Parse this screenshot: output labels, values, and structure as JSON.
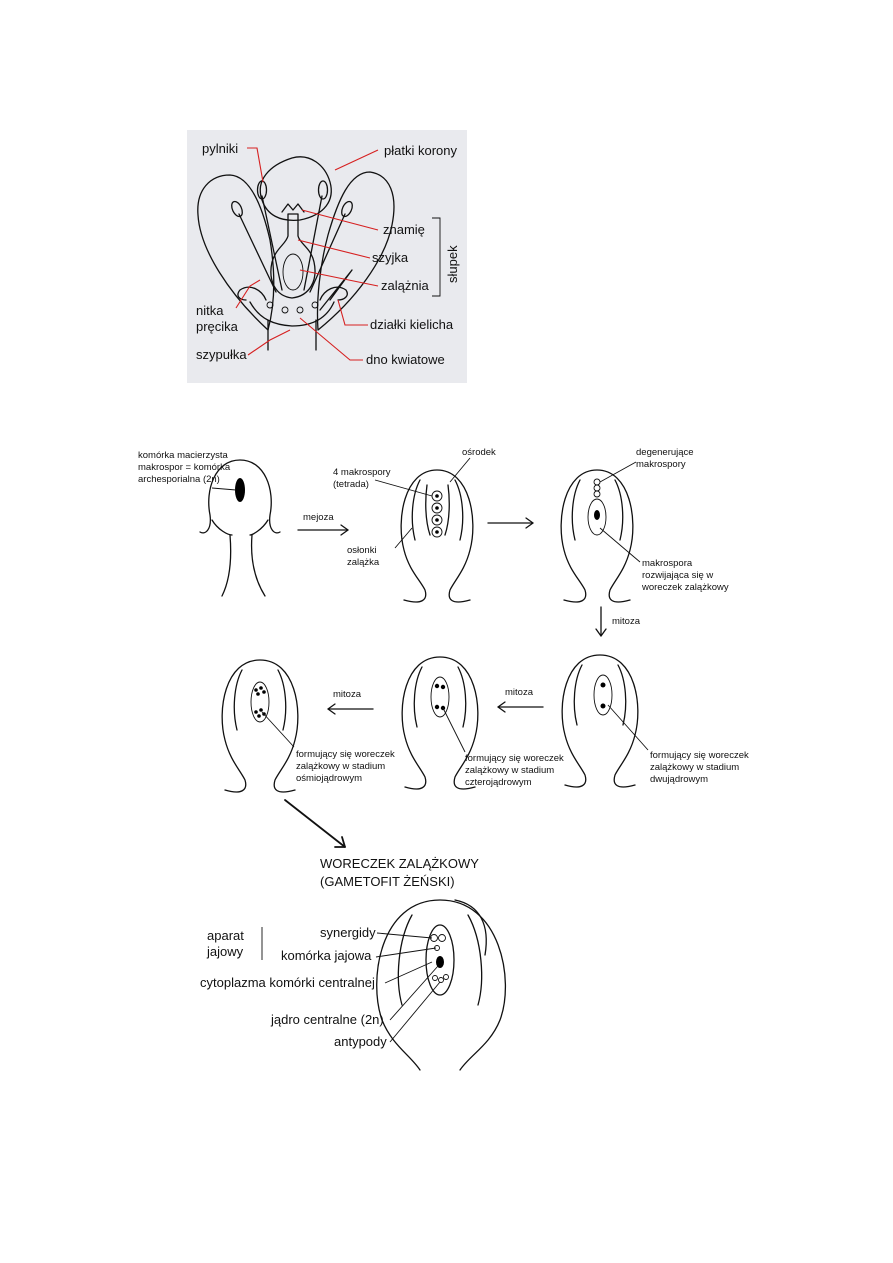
{
  "flower": {
    "pylniki": "pylniki",
    "platki_korony": "płatki korony",
    "znamie": "znamię",
    "szyjka": "szyjka",
    "zalaznia": "zalążnia",
    "slupek": "słupek",
    "nitka_1": "nitka",
    "nitka_2": "pręcika",
    "dzialki_kielicha": "działki kielicha",
    "szypulka": "szypułka",
    "dno_kwiatowe": "dno kwiatowe"
  },
  "development": {
    "mother_cell_1": "komórka macierzysta",
    "mother_cell_2": "makrospor = komórka",
    "mother_cell_3": "archesporialna (2n)",
    "meiosis": "mejoza",
    "four_megaspores_1": "4 makrospory",
    "four_megaspores_2": "(tetrada)",
    "nucellus": "ośrodek",
    "integuments_1": "osłonki",
    "integuments_2": "zalążka",
    "degenerating_1": "degenerujące",
    "degenerating_2": "makrospory",
    "developing_1": "makrospora",
    "developing_2": "rozwijająca się w",
    "developing_3": "woreczek zalążkowy",
    "mitosis_1": "mitoza",
    "mitosis_2": "mitoza",
    "mitosis_3": "mitoza",
    "two_nuclear_1": "formujący się woreczek",
    "two_nuclear_2": "zalążkowy w stadium",
    "two_nuclear_3": "dwujądrowym",
    "four_nuclear_1": "formujący się woreczek",
    "four_nuclear_2": "zalążkowy w stadium",
    "four_nuclear_3": "czterojądrowym",
    "eight_nuclear_1": "formujący się woreczek",
    "eight_nuclear_2": "zalążkowy w stadium",
    "eight_nuclear_3": "ośmiojądrowym"
  },
  "embryo_sac": {
    "title_1": "WORECZEK ZALĄŻKOWY",
    "title_2": "(GAMETOFIT ŻEŃSKI)",
    "egg_apparatus_1": "aparat",
    "egg_apparatus_2": "jajowy",
    "synergids": "synergidy",
    "egg_cell": "komórka jajowa",
    "central_cytoplasm": "cytoplazma komórki centralnej",
    "central_nucleus": "jądro centralne (2n)",
    "antipodals": "antypody"
  }
}
